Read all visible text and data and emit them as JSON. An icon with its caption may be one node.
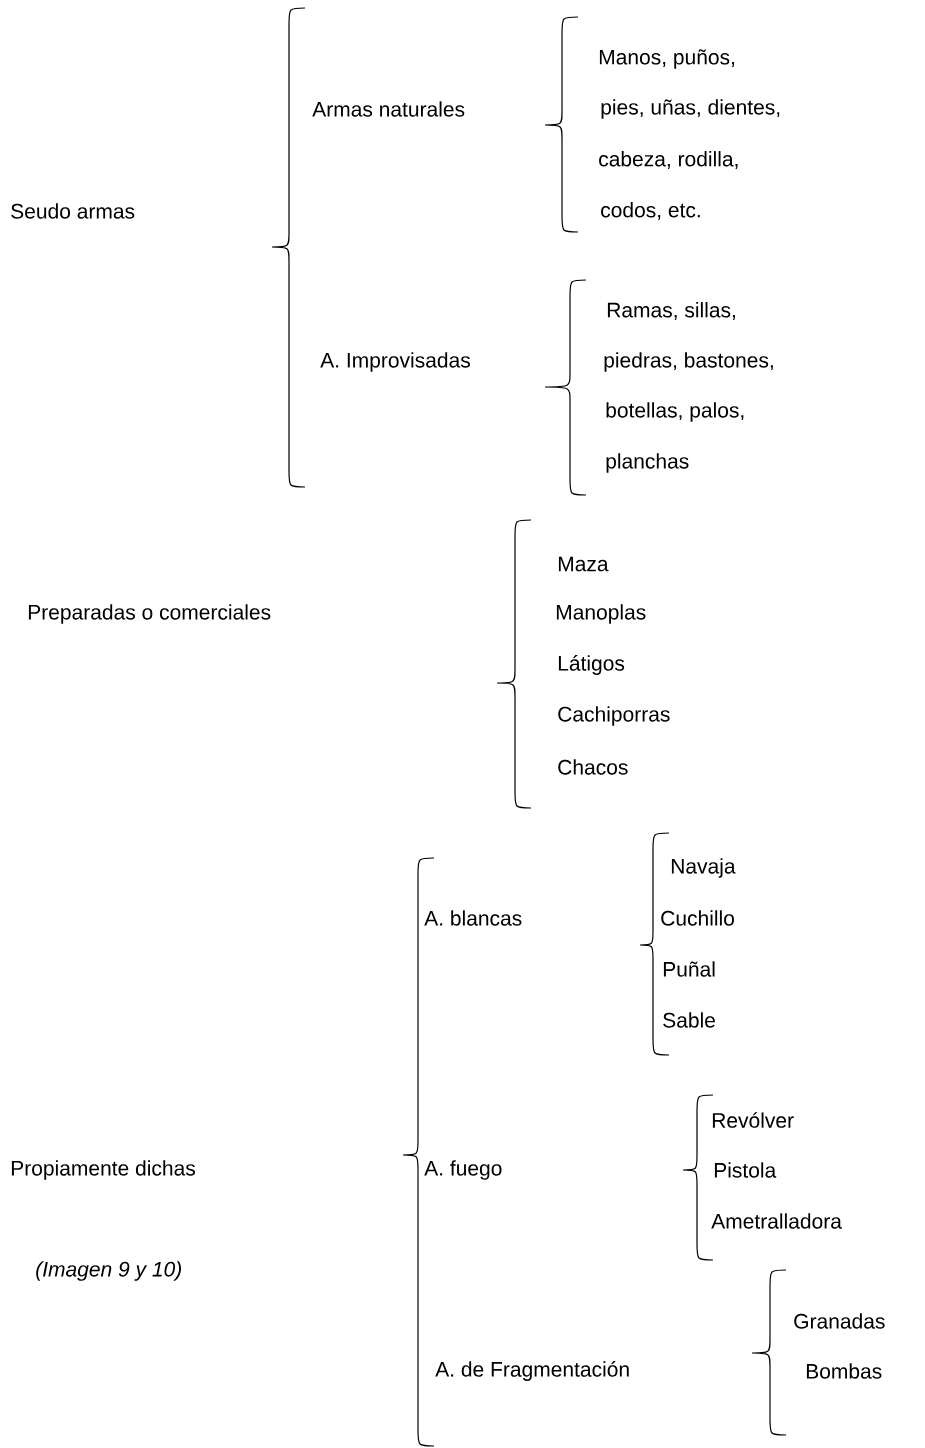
{
  "diagram": {
    "labels": [
      "Seudo armas",
      "Armas naturales",
      "Manos, puños,",
      "pies, uñas, dientes,",
      "cabeza, rodilla,",
      "codos, etc.",
      "A. Improvisadas",
      "Ramas, sillas,",
      "piedras, bastones,",
      "botellas, palos,",
      "planchas",
      "Preparadas o comerciales",
      "Maza",
      "Manoplas",
      "Látigos",
      "Cachiporras",
      "Chacos",
      "A. blancas",
      "Navaja",
      "Cuchillo",
      "Puñal",
      "Sable",
      "Propiamente dichas",
      "A. fuego",
      "Revólver",
      "Pistola",
      "Ametralladora",
      "(Imagen 9 y 10)",
      "A. de Fragmentación",
      "Granadas",
      "Bombas"
    ]
  }
}
